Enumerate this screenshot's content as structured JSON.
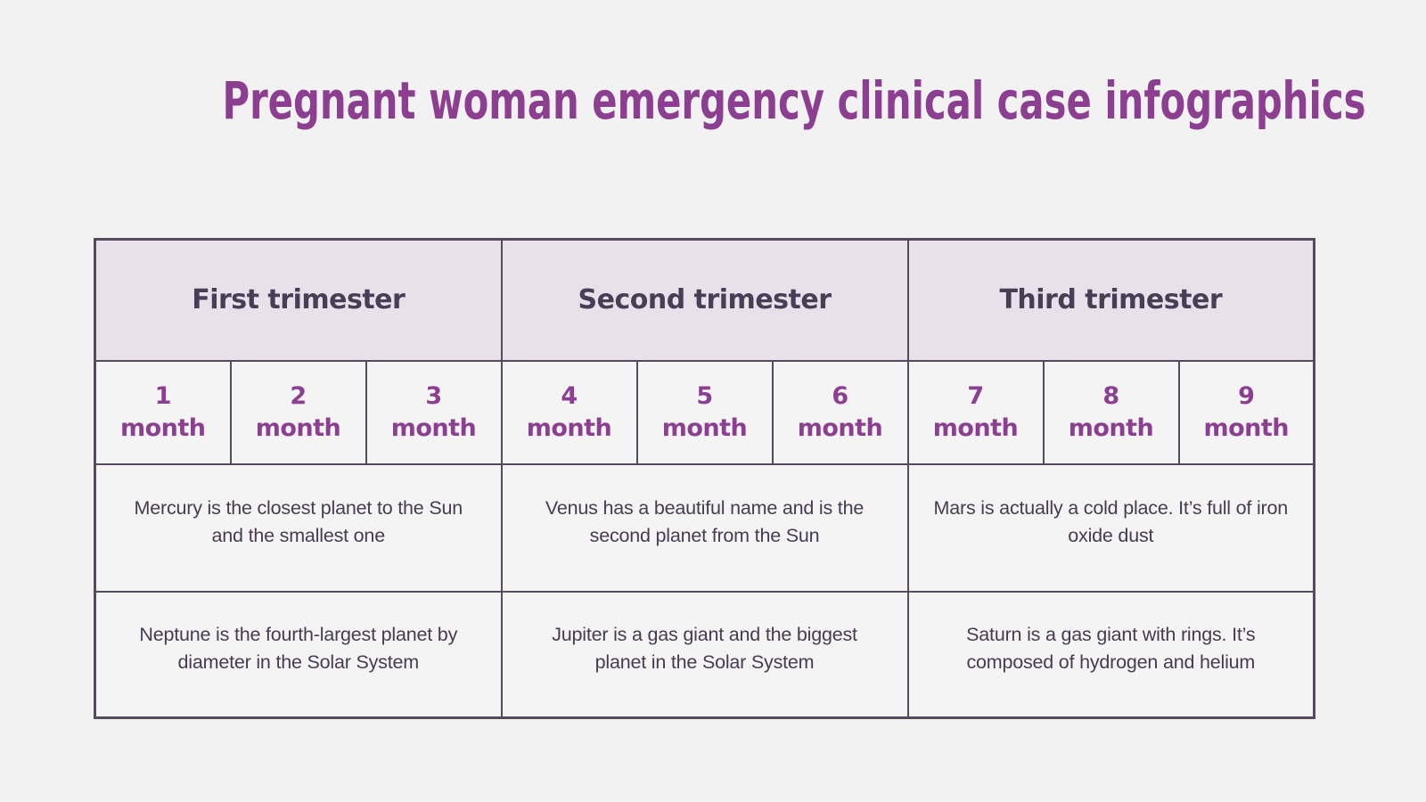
{
  "title": "Pregnant woman emergency clinical case infographics",
  "table": {
    "trimesters": [
      {
        "label": "First trimester",
        "months": [
          {
            "num": "1",
            "unit": "month"
          },
          {
            "num": "2",
            "unit": "month"
          },
          {
            "num": "3",
            "unit": "month"
          }
        ],
        "facts": [
          "Mercury is the closest planet to the Sun and the smallest one",
          "Neptune is the fourth-largest planet by diameter in the Solar System"
        ]
      },
      {
        "label": "Second trimester",
        "months": [
          {
            "num": "4",
            "unit": "month"
          },
          {
            "num": "5",
            "unit": "month"
          },
          {
            "num": "6",
            "unit": "month"
          }
        ],
        "facts": [
          "Venus has a beautiful name and is the second planet from the Sun",
          "Jupiter is a gas giant and the biggest planet in the Solar System"
        ]
      },
      {
        "label": "Third trimester",
        "months": [
          {
            "num": "7",
            "unit": "month"
          },
          {
            "num": "8",
            "unit": "month"
          },
          {
            "num": "9",
            "unit": "month"
          }
        ],
        "facts": [
          "Mars is actually a cold place. It’s full of iron oxide dust",
          "Saturn is a gas giant with rings. It’s composed of hydrogen and helium"
        ]
      }
    ]
  },
  "colors": {
    "page_background": "#f3f2f3",
    "accent_purple": "#8c3f90",
    "header_cell_background": "#e8e1e9",
    "cell_background": "#f5f4f5",
    "border": "#564a5f",
    "dark_text": "#473b52"
  }
}
